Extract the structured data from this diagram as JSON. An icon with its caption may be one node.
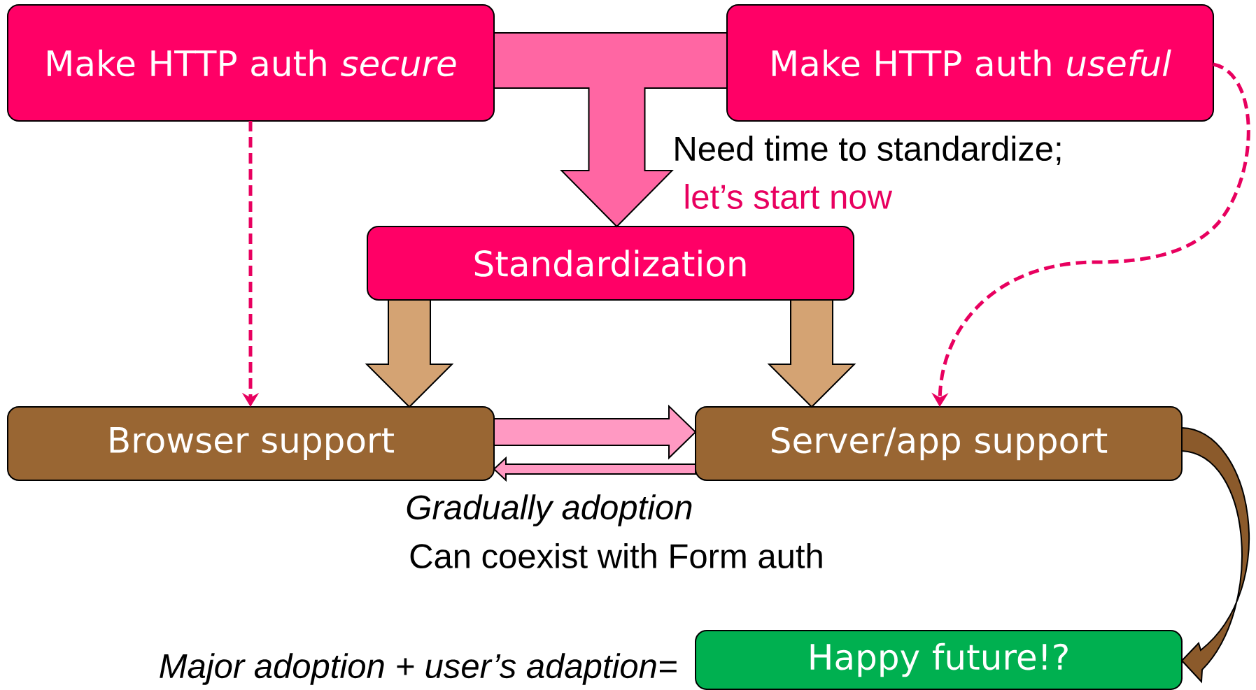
{
  "diagram": {
    "nodes": [
      {
        "text": [
          "Make HTTP auth *secure*"
        ]
      },
      {
        "text": [
          "Make HTTP auth *useful*"
        ]
      },
      {
        "text": [
          "Standardization"
        ]
      },
      {
        "text": [
          "Browser support"
        ]
      },
      {
        "text": [
          "Server/app support"
        ]
      },
      {
        "text": [
          "Happy future!?"
        ],
        "beside": [
          "Major adoption + user’s adaption="
        ]
      }
    ],
    "edges": [
      {
        "from": 0,
        "to": 2,
        "arrow": "to",
        "style": "thick",
        "color": "#ff66a3"
      },
      {
        "from": 1,
        "to": 2,
        "arrow": "to",
        "style": "thick",
        "color": "#ff66a3"
      },
      {
        "from": 0,
        "to": 3,
        "arrow": "to",
        "style": "dashed",
        "color": "#e8005f"
      },
      {
        "from": 1,
        "to": 4,
        "arrow": "to",
        "style": "dashed",
        "color": "#e8005f"
      },
      {
        "from": 2,
        "to": 3,
        "arrow": "to",
        "style": "thick",
        "color": "#d4a373"
      },
      {
        "from": 2,
        "to": 4,
        "arrow": "to",
        "style": "thick",
        "color": "#d4a373"
      },
      {
        "from": 3,
        "to": 4,
        "arrow": "to",
        "style": "thick",
        "color": "#ff99c2"
      },
      {
        "from": 4,
        "to": 3,
        "arrow": "to",
        "style": "thick",
        "color": "#ff99c2"
      },
      {
        "from": 4,
        "to": 5,
        "arrow": "to",
        "style": "thick",
        "color": "#8b5a2b"
      }
    ],
    "labels": [
      "Need time to standardize;",
      "let’s start now",
      "Gradually adoption",
      "Can coexist with Form auth"
    ]
  }
}
